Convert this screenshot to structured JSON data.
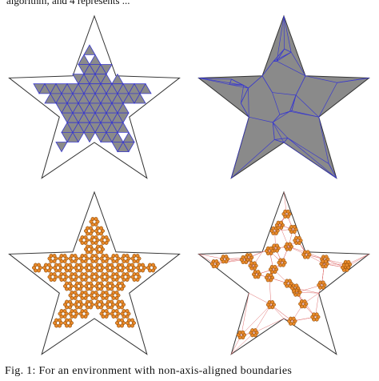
{
  "paper": {
    "top_text_fragment": "algorithm, and 4 represents ...",
    "caption": "Fig. 1:  For an environment with non-axis-aligned boundaries"
  },
  "colors": {
    "outline": "#333333",
    "fill_gray": "#8a8a8a",
    "grid_blue": "#3a3acc",
    "agent_orange": "#e8892a",
    "voronoi_red": "#e07070"
  },
  "panels": [
    {
      "id": "grid-approximation",
      "icon": "star-grid-icon"
    },
    {
      "id": "triangulation",
      "icon": "star-mesh-icon"
    },
    {
      "id": "grid-agents",
      "icon": "star-agents-icon"
    },
    {
      "id": "voronoi-agents",
      "icon": "star-voronoi-icon"
    }
  ]
}
